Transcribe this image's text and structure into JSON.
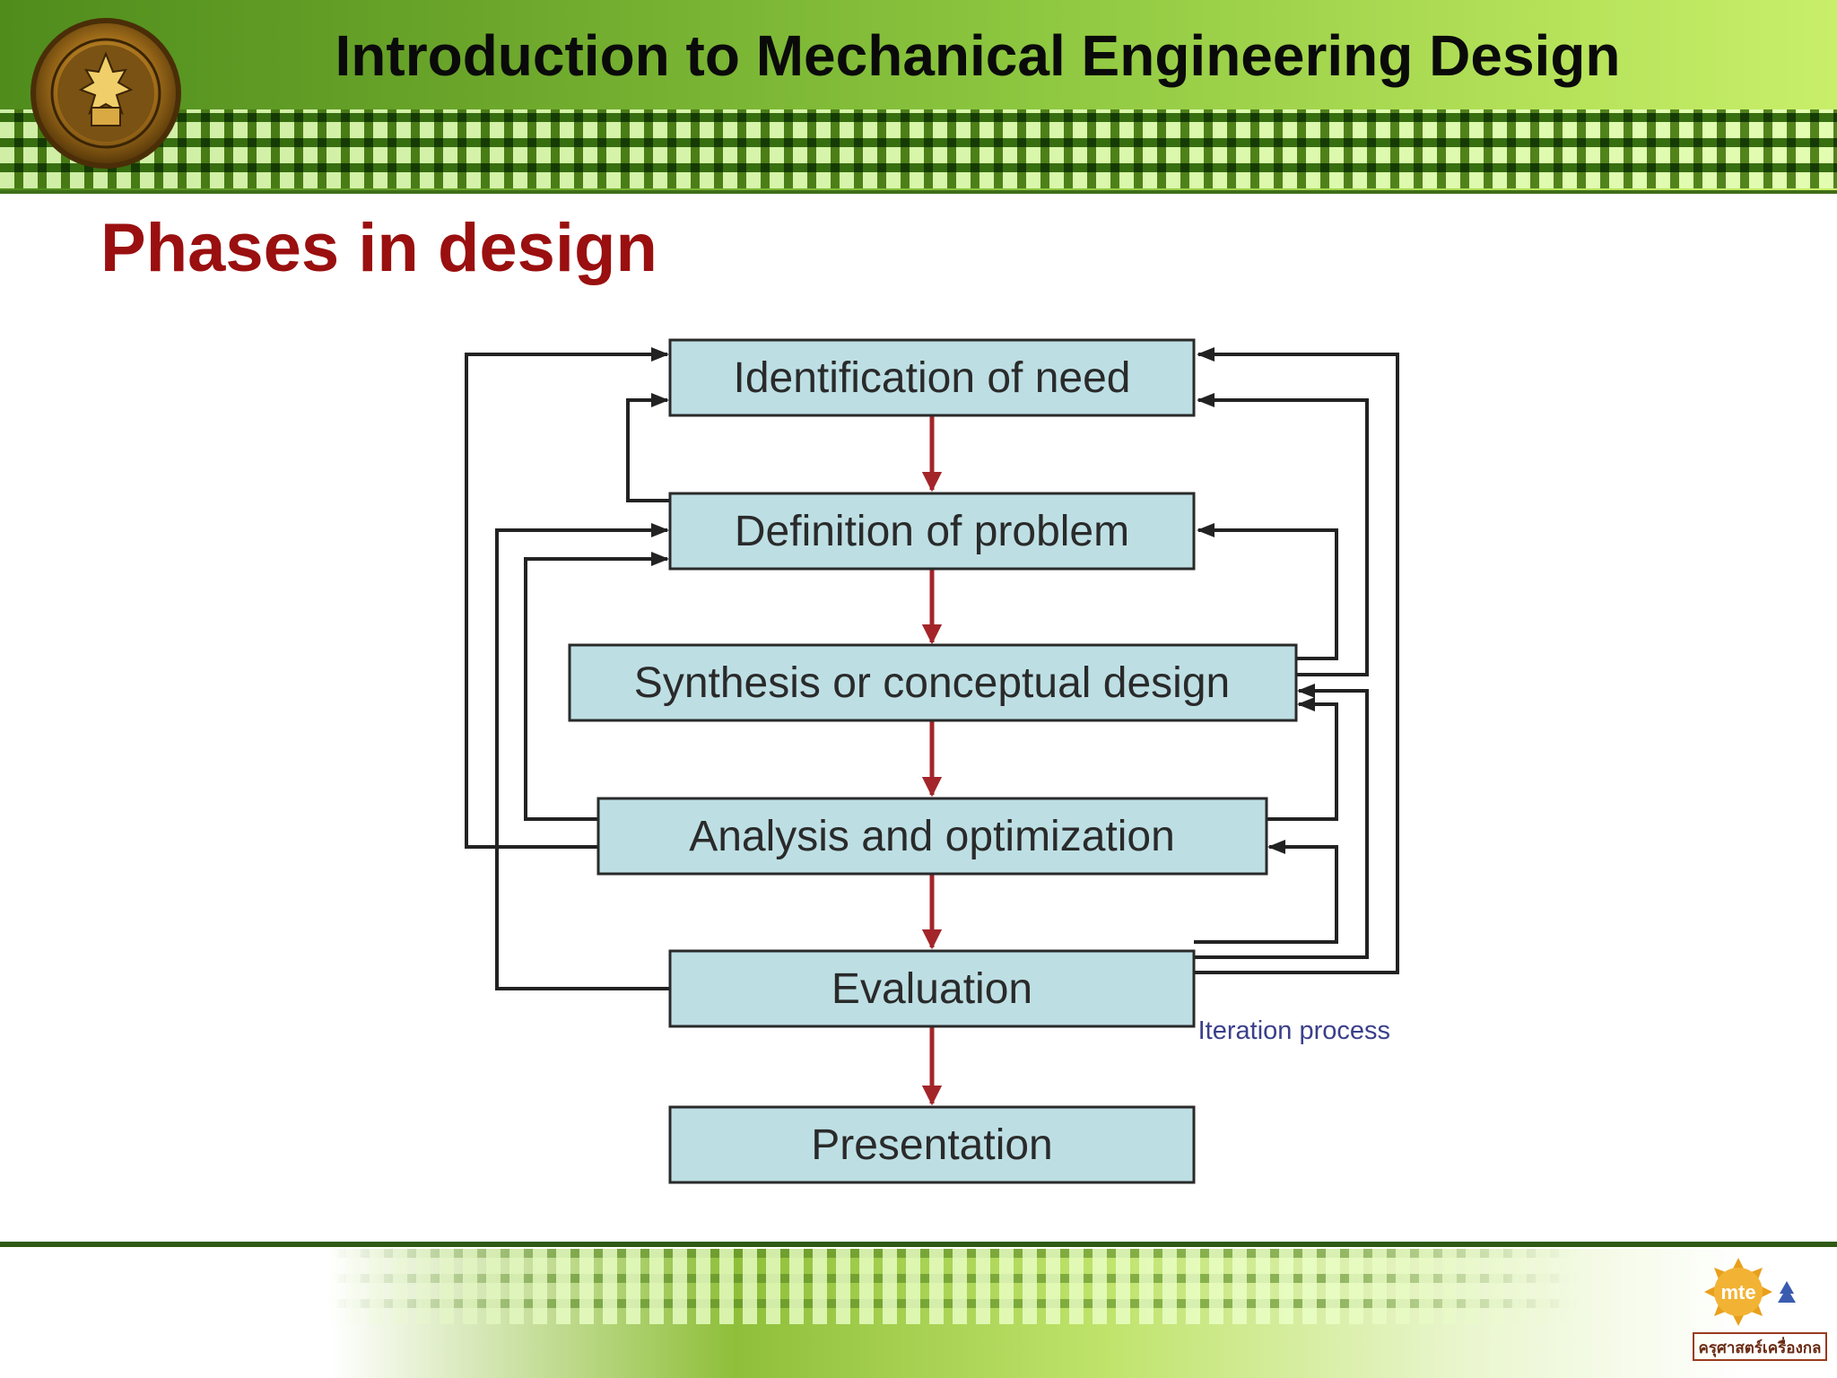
{
  "header": {
    "title": "Introduction to Mechanical Engineering Design"
  },
  "slide": {
    "title": "Phases in design"
  },
  "diagram": {
    "boxes": [
      "Identification of need",
      "Definition of problem",
      "Synthesis or conceptual design",
      "Analysis and optimization",
      "Evaluation",
      "Presentation"
    ],
    "loop_label": "Iteration process",
    "colors": {
      "box_fill": "#bddfe4",
      "box_stroke": "#2a2a2a",
      "main_arrow": "#a3252a",
      "feedback_line": "#222222"
    }
  },
  "footer": {
    "logo_text": "mte",
    "logo_caption": "ครุศาสตร์เครื่องกล"
  }
}
